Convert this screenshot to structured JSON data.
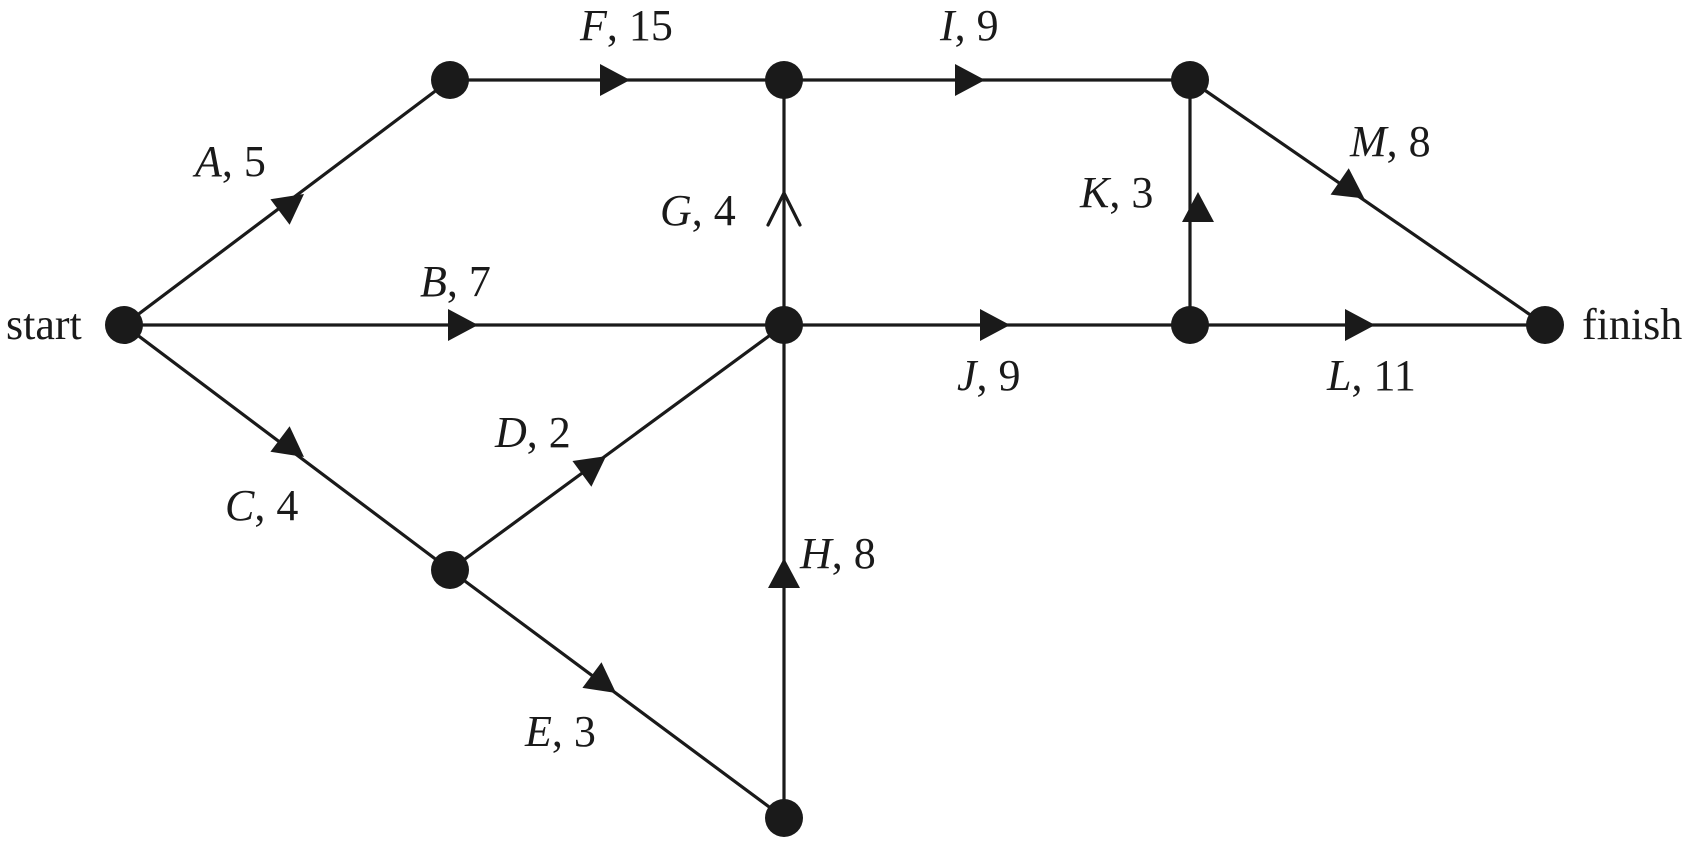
{
  "terminals": {
    "start": "start",
    "finish": "finish"
  },
  "activities": [
    {
      "id": "A",
      "name": "A",
      "sep": ", ",
      "duration": "5"
    },
    {
      "id": "B",
      "name": "B",
      "sep": ", ",
      "duration": "7"
    },
    {
      "id": "C",
      "name": "C",
      "sep": ", ",
      "duration": "4"
    },
    {
      "id": "D",
      "name": "D",
      "sep": ", ",
      "duration": "2"
    },
    {
      "id": "E",
      "name": "E",
      "sep": ", ",
      "duration": "3"
    },
    {
      "id": "F",
      "name": "F",
      "sep": ", ",
      "duration": "15"
    },
    {
      "id": "G",
      "name": "G",
      "sep": ", ",
      "duration": "4"
    },
    {
      "id": "H",
      "name": "H",
      "sep": ", ",
      "duration": "8"
    },
    {
      "id": "I",
      "name": "I",
      "sep": ", ",
      "duration": "9"
    },
    {
      "id": "J",
      "name": "J",
      "sep": ", ",
      "duration": "9"
    },
    {
      "id": "K",
      "name": "K",
      "sep": ", ",
      "duration": "3"
    },
    {
      "id": "L",
      "name": "L",
      "sep": ", ",
      "duration": "11"
    },
    {
      "id": "M",
      "name": "M",
      "sep": ", ",
      "duration": "8"
    }
  ]
}
